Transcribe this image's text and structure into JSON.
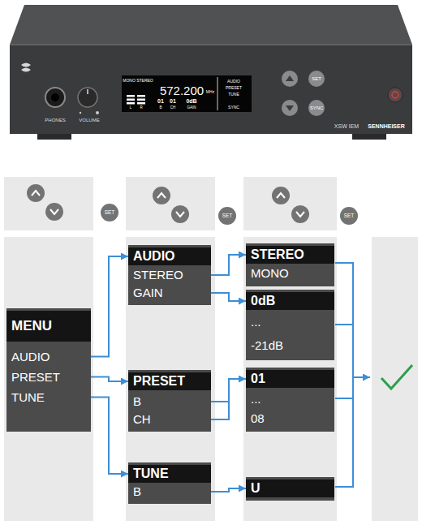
{
  "diagram": {
    "nodes": [
      {
        "text": [
          "MENU",
          "AUDIO",
          "PRESET",
          "TUNE"
        ]
      },
      {
        "text": [
          "AUDIO",
          "STEREO",
          "GAIN"
        ]
      },
      {
        "text": [
          "PRESET",
          "B",
          "CH"
        ]
      },
      {
        "text": [
          "TUNE",
          "B"
        ]
      },
      {
        "text": [
          "STEREO",
          "MONO"
        ]
      },
      {
        "text": [
          "0dB",
          "...",
          "-21dB"
        ]
      },
      {
        "text": [
          "01",
          "...",
          "08"
        ]
      },
      {
        "text": [
          "U"
        ]
      }
    ],
    "edges": [
      {
        "from": 0,
        "to": 1,
        "arrow": "to"
      },
      {
        "from": 0,
        "to": 2,
        "arrow": "to"
      },
      {
        "from": 0,
        "to": 3,
        "arrow": "to"
      },
      {
        "from": 1,
        "to": 4,
        "arrow": "to"
      },
      {
        "from": 1,
        "to": 5,
        "arrow": "to"
      },
      {
        "from": 2,
        "to": 6,
        "arrow": "to"
      },
      {
        "from": 3,
        "to": 7,
        "arrow": "to"
      }
    ],
    "labels": [
      "PHONES",
      "VOLUME",
      "MONO STEREO",
      "572.200",
      "MHz",
      "01",
      "01",
      "0dB",
      "L",
      "R",
      "B",
      "CH",
      "GAIN",
      "AUDIO",
      "PRESET",
      "TUNE",
      "SYNC",
      "SET",
      "SYNC",
      "XSW IEM",
      "SENNHEISER",
      "SET",
      "SET",
      "SET"
    ]
  }
}
